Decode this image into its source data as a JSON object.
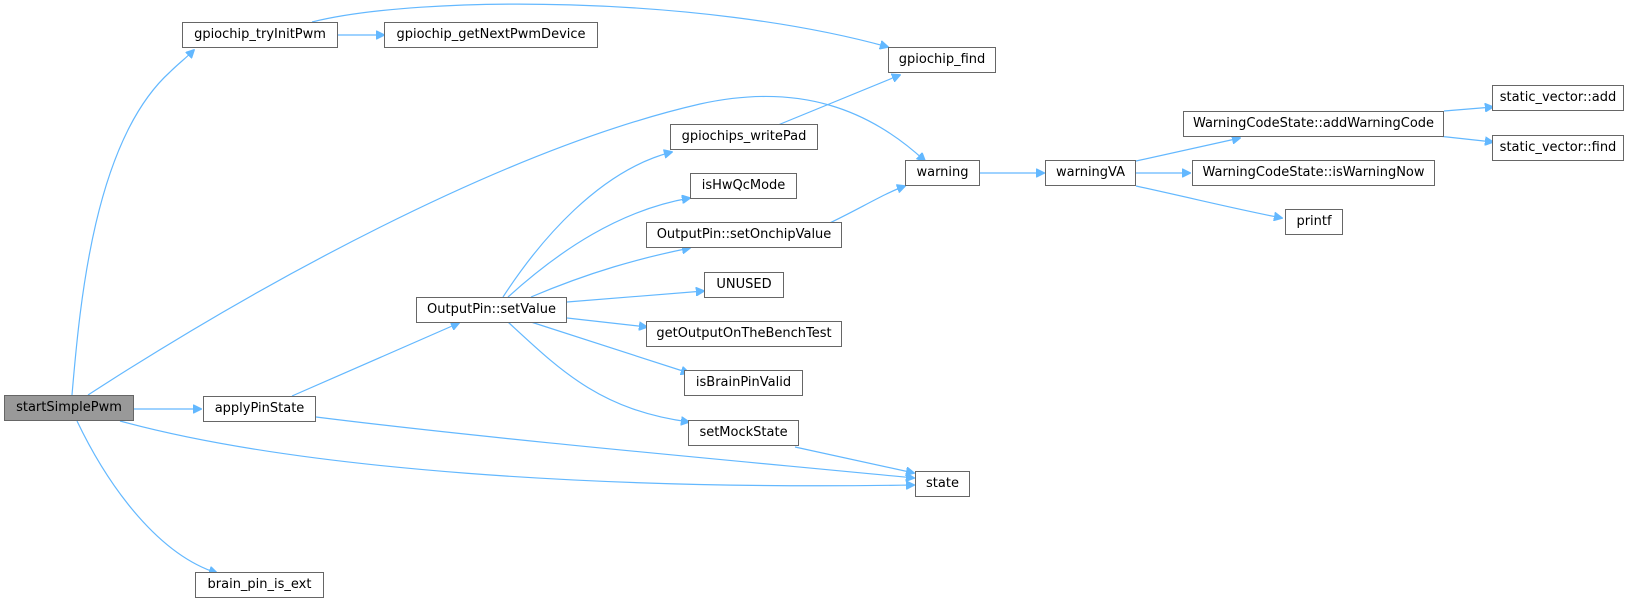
{
  "diagram": {
    "type": "call-graph",
    "root": "startSimplePwm",
    "colors": {
      "edge": "#63b8ff",
      "root_fill": "#999999",
      "node_border": "#666666"
    },
    "nodes": {
      "startSimplePwm": "startSimplePwm",
      "gpiochip_tryInitPwm": "gpiochip_tryInitPwm",
      "gpiochip_getNextPwmDevice": "gpiochip_getNextPwmDevice",
      "gpiochip_find": "gpiochip_find",
      "applyPinState": "applyPinState",
      "OutputPin_setValue": "OutputPin::setValue",
      "gpiochips_writePad": "gpiochips_writePad",
      "isHwQcMode": "isHwQcMode",
      "OutputPin_setOnchipValue": "OutputPin::setOnchipValue",
      "UNUSED": "UNUSED",
      "getOutputOnTheBenchTest": "getOutputOnTheBenchTest",
      "isBrainPinValid": "isBrainPinValid",
      "setMockState": "setMockState",
      "state": "state",
      "warning": "warning",
      "warningVA": "warningVA",
      "WarningCodeState_addWarningCode": "WarningCodeState::addWarningCode",
      "WarningCodeState_isWarningNow": "WarningCodeState::isWarningNow",
      "printf": "printf",
      "static_vector_add": "static_vector::add",
      "static_vector_find": "static_vector::find",
      "brain_pin_is_ext": "brain_pin_is_ext"
    },
    "edges": [
      [
        "startSimplePwm",
        "gpiochip_tryInitPwm"
      ],
      [
        "startSimplePwm",
        "warning"
      ],
      [
        "startSimplePwm",
        "applyPinState"
      ],
      [
        "startSimplePwm",
        "state"
      ],
      [
        "startSimplePwm",
        "brain_pin_is_ext"
      ],
      [
        "gpiochip_tryInitPwm",
        "gpiochip_getNextPwmDevice"
      ],
      [
        "gpiochip_tryInitPwm",
        "gpiochip_find"
      ],
      [
        "applyPinState",
        "OutputPin::setValue"
      ],
      [
        "applyPinState",
        "state"
      ],
      [
        "OutputPin::setValue",
        "gpiochips_writePad"
      ],
      [
        "OutputPin::setValue",
        "isHwQcMode"
      ],
      [
        "OutputPin::setValue",
        "OutputPin::setOnchipValue"
      ],
      [
        "OutputPin::setValue",
        "UNUSED"
      ],
      [
        "OutputPin::setValue",
        "getOutputOnTheBenchTest"
      ],
      [
        "OutputPin::setValue",
        "isBrainPinValid"
      ],
      [
        "OutputPin::setValue",
        "setMockState"
      ],
      [
        "gpiochips_writePad",
        "gpiochip_find"
      ],
      [
        "OutputPin::setOnchipValue",
        "warning"
      ],
      [
        "setMockState",
        "state"
      ],
      [
        "warning",
        "warningVA"
      ],
      [
        "warningVA",
        "WarningCodeState::addWarningCode"
      ],
      [
        "warningVA",
        "WarningCodeState::isWarningNow"
      ],
      [
        "warningVA",
        "printf"
      ],
      [
        "WarningCodeState::addWarningCode",
        "static_vector::add"
      ],
      [
        "WarningCodeState::addWarningCode",
        "static_vector::find"
      ]
    ]
  }
}
